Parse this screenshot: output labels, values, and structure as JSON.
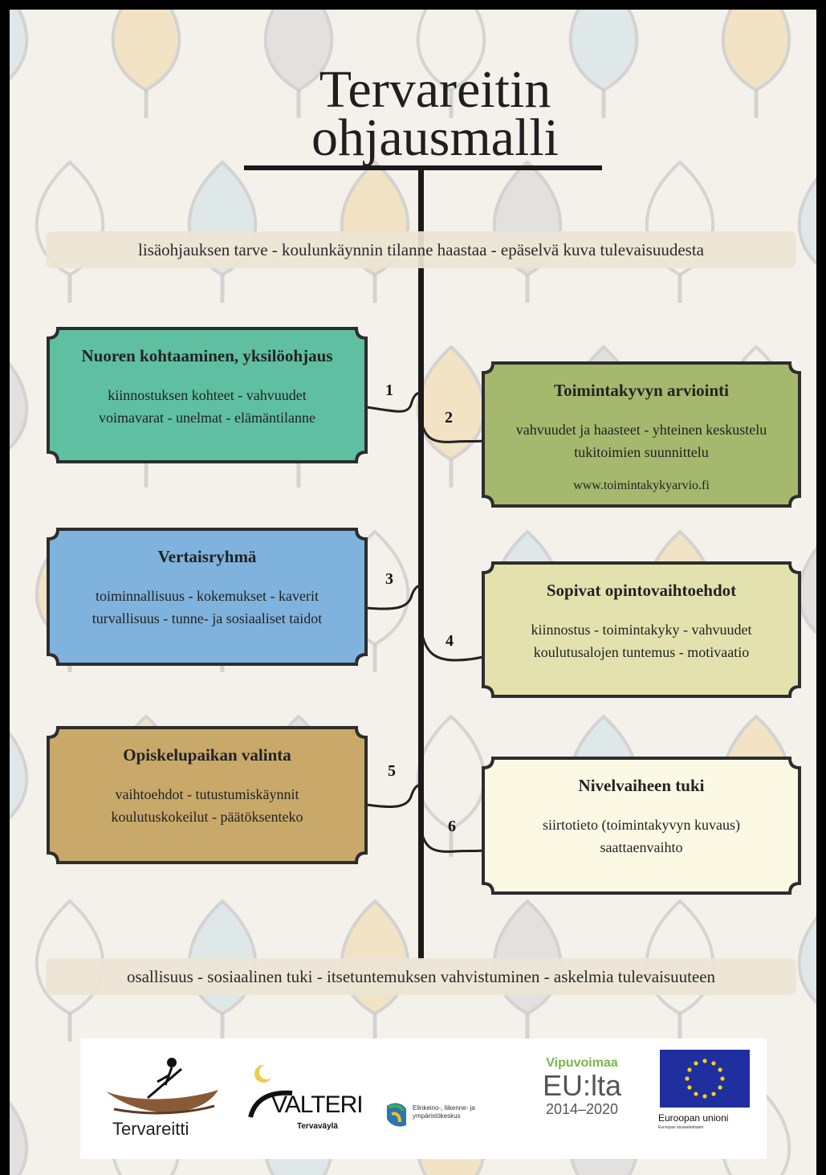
{
  "title": {
    "line1": "Tervareitin",
    "line2": "ohjausmalli"
  },
  "top_banner": "lisäohjauksen tarve - koulunkäynnin tilanne haastaa - epäselvä kuva tulevaisuudesta",
  "bottom_banner": "osallisuus - sosiaalinen tuki - itsetuntemuksen vahvistuminen - askelmia tulevaisuuteen",
  "colors": {
    "box1": "#5fbfa1",
    "box2": "#a5b86d",
    "box3": "#7fb2dc",
    "box4": "#e3e2ae",
    "box5": "#c8a96a",
    "box6": "#fbf9e4",
    "frame": "#2d2d2d",
    "stem": "#1a1a1a"
  },
  "steps": [
    {
      "number": "1",
      "title": "Nuoren kohtaaminen, yksilöohjaus",
      "line1": "kiinnostuksen kohteet - vahvuudet",
      "line2": "voimavarat - unelmat - elämäntilanne"
    },
    {
      "number": "2",
      "title": "Toimintakyvyn arviointi",
      "line1": "vahvuudet ja haasteet - yhteinen keskustelu",
      "line2": "tukitoimien suunnittelu",
      "url": "www.toimintakykyarvio.fi"
    },
    {
      "number": "3",
      "title": "Vertaisryhmä",
      "line1": "toiminnallisuus - kokemukset - kaverit",
      "line2": "turvallisuus - tunne- ja sosiaaliset taidot"
    },
    {
      "number": "4",
      "title": "Sopivat opintovaihtoehdot",
      "line1": "kiinnostus - toimintakyky - vahvuudet",
      "line2": "koulutusalojen tuntemus - motivaatio"
    },
    {
      "number": "5",
      "title": "Opiskelupaikan valinta",
      "line1": "vaihtoehdot - tutustumiskäynnit",
      "line2": "koulutuskokeilut - päätöksenteko"
    },
    {
      "number": "6",
      "title": "Nivelvaiheen tuki",
      "line1": "siirtotieto (toimintakyvyn kuvaus)",
      "line2": "saattaenvaihto"
    }
  ],
  "logos": {
    "tervareitti": "Tervareitti",
    "valteri": "VALTERI",
    "valteri_sub": "Tervaväylä",
    "ely": "Elinkeino-, liikenne- ja ympäristökeskus",
    "vipuvoimaa": "Vipuvoimaa",
    "eu_lta": "EU:lta",
    "years": "2014–2020",
    "eu": "Euroopan unioni",
    "eu_sub": "Euroopan sosiaalirahasto"
  }
}
